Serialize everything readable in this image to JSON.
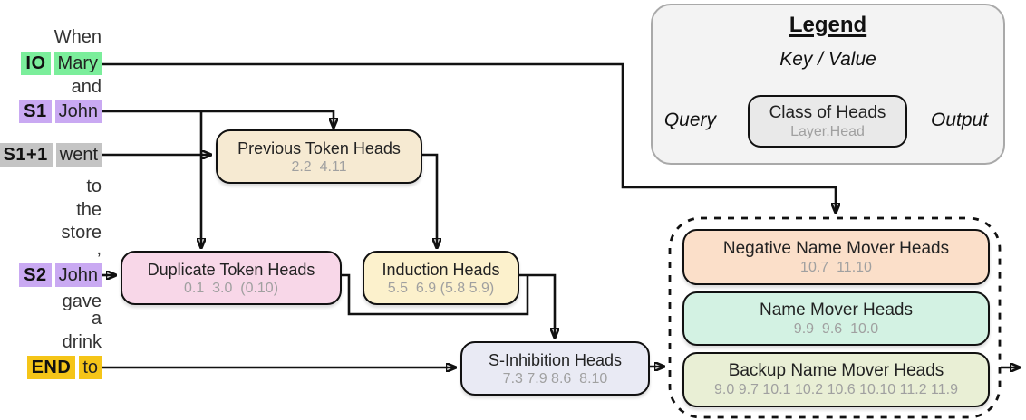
{
  "tokens": [
    {
      "text": "When"
    },
    {
      "text": "Mary",
      "label": "IO"
    },
    {
      "text": "and"
    },
    {
      "text": "John",
      "label": "S1"
    },
    {
      "text": "went",
      "label": "S1+1"
    },
    {
      "text": "to"
    },
    {
      "text": "the"
    },
    {
      "text": "store"
    },
    {
      "text": ","
    },
    {
      "text": "John",
      "label": "S2"
    },
    {
      "text": "gave"
    },
    {
      "text": "a"
    },
    {
      "text": "drink"
    },
    {
      "text": "to",
      "label": "END"
    }
  ],
  "colors": {
    "io_green": "#7bee9b",
    "s_purple": "#c9a9f2",
    "s1p1_gray": "#c4c4c4",
    "end_gold": "#f5c518",
    "previous_fill": "#f6ead2",
    "duplicate_fill": "#f8d7e8",
    "induction_fill": "#fcf1cc",
    "s_inhibition_fill": "#e9eaf4",
    "negative_fill": "#fbdfc9",
    "name_mover_fill": "#d3f2e3",
    "backup_fill": "#e9efd5",
    "legend_bg": "#f3f3f3",
    "legend_inner_fill": "#e9e9e9"
  },
  "boxes": {
    "previous": {
      "title": "Previous Token Heads",
      "heads": "2.2  4.11"
    },
    "duplicate": {
      "title": "Duplicate Token Heads",
      "heads": "0.1  3.0  (0.10)"
    },
    "induction": {
      "title": "Induction Heads",
      "heads": "5.5  6.9 (5.8 5.9)"
    },
    "s_inhibition": {
      "title": "S-Inhibition Heads",
      "heads": "7.3 7.9 8.6  8.10"
    },
    "negative": {
      "title": "Negative Name Mover Heads",
      "heads": "10.7  11.10"
    },
    "name_mover": {
      "title": "Name Mover Heads",
      "heads": "9.9  9.6  10.0"
    },
    "backup": {
      "title": "Backup Name Mover Heads",
      "heads": "9.0 9.7 10.1 10.2 10.6 10.10 11.2 11.9"
    }
  },
  "legend": {
    "title": "Legend",
    "key_value_label": "Key / Value",
    "query_label": "Query",
    "output_label": "Output",
    "class_label": "Class of Heads",
    "layer_head_label": "Layer.Head"
  }
}
